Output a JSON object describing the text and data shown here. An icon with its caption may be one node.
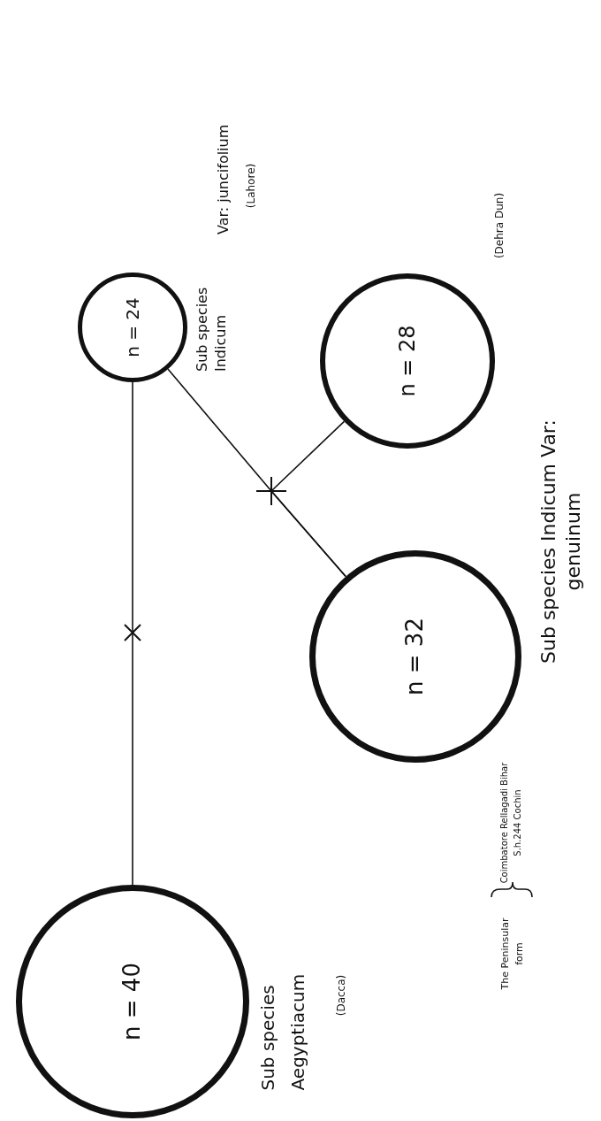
{
  "diagram": {
    "nodes": [
      {
        "text": [
          "n = 24"
        ],
        "beside": [
          "Sub species Indicum",
          "Var: juncifolium",
          "(Lahore)"
        ]
      },
      {
        "text": [
          "n = 28"
        ],
        "beside": [
          "(Dehra Dun)"
        ]
      },
      {
        "text": [
          "n = 32"
        ],
        "beside": [
          "Sub species Indicum Var: genuinum",
          "Coimbatore Rellagadi Bihar S.h.244 Cochin",
          "The Peninsular form"
        ]
      },
      {
        "text": [
          "n = 40"
        ],
        "beside": [
          "Sub species Aegyptiacum",
          "(Dacca)"
        ]
      }
    ],
    "edges": [
      {
        "from": 3,
        "to": 0,
        "arrow": "none"
      },
      {
        "from": 0,
        "to": 2,
        "arrow": "none"
      },
      {
        "from": 1,
        "to": 2,
        "arrow": "none"
      }
    ]
  }
}
